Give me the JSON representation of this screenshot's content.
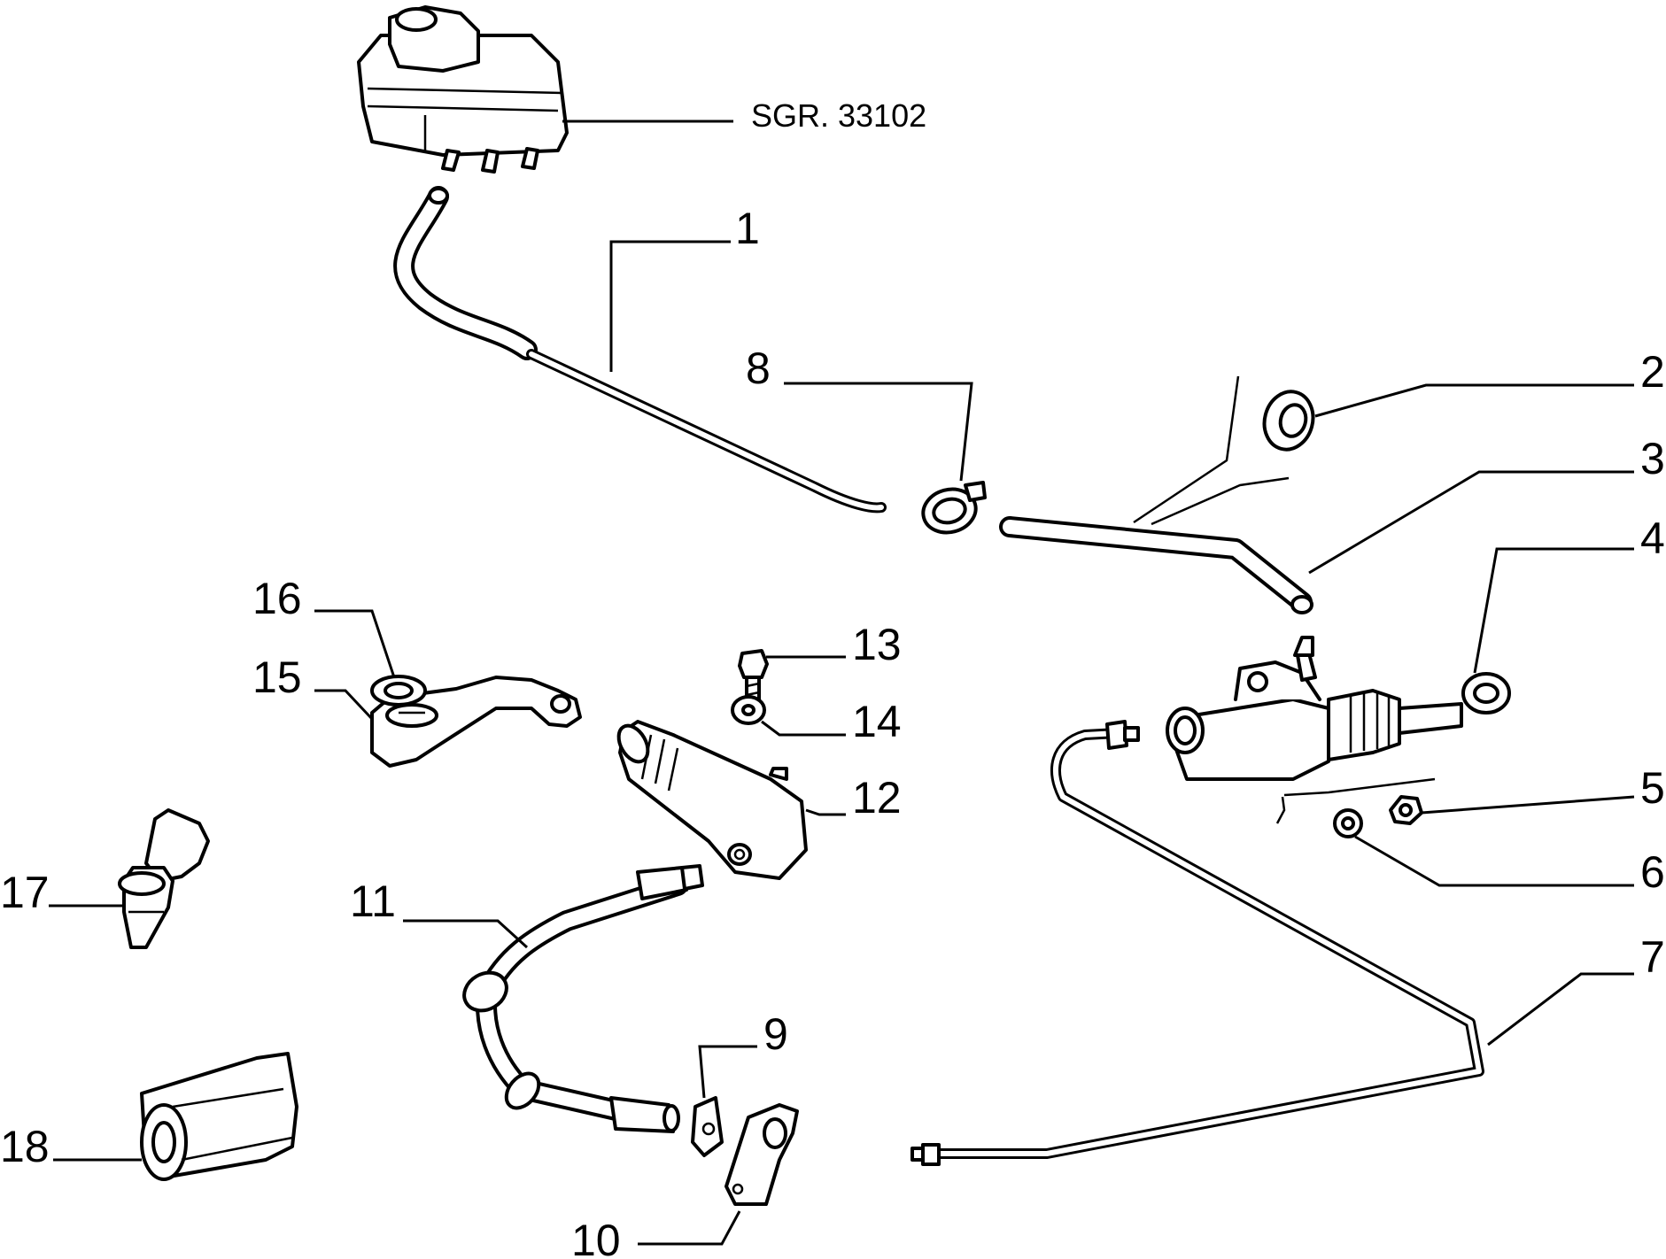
{
  "diagram": {
    "reference_label": "SGR. 33102",
    "callouts": [
      {
        "id": "1",
        "label": "1"
      },
      {
        "id": "2",
        "label": "2"
      },
      {
        "id": "3",
        "label": "3"
      },
      {
        "id": "4",
        "label": "4"
      },
      {
        "id": "5",
        "label": "5"
      },
      {
        "id": "6",
        "label": "6"
      },
      {
        "id": "7",
        "label": "7"
      },
      {
        "id": "8",
        "label": "8"
      },
      {
        "id": "9",
        "label": "9"
      },
      {
        "id": "10",
        "label": "10"
      },
      {
        "id": "11",
        "label": "11"
      },
      {
        "id": "12",
        "label": "12"
      },
      {
        "id": "13",
        "label": "13"
      },
      {
        "id": "14",
        "label": "14"
      },
      {
        "id": "15",
        "label": "15"
      },
      {
        "id": "16",
        "label": "16"
      },
      {
        "id": "17",
        "label": "17"
      },
      {
        "id": "18",
        "label": "18"
      }
    ]
  }
}
